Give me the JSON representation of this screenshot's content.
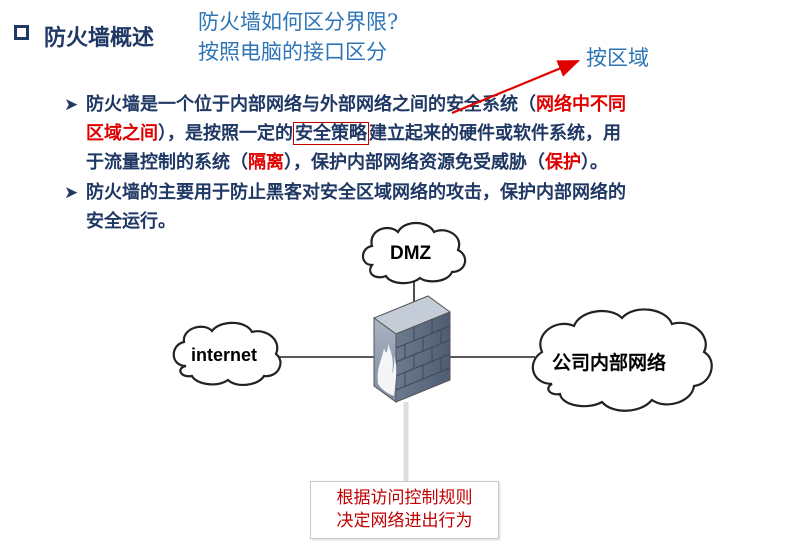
{
  "title": "防火墙概述",
  "annotations": {
    "note_line1": "防火墙如何区分界限?",
    "note_line2": "按照电脑的接口区分",
    "zone_note": "按区域"
  },
  "bullets": {
    "b1": {
      "l1_a": "防火墙是一个位于内部网络与外部网络之间的安全系统（",
      "l1_red": "网络中不同",
      "l2_red": "区域之间",
      "l2_b": "），是按照一定的",
      "l2_boxed": "安全策略",
      "l2_c": "建立起来的硬件或软件系统，用",
      "l3_a": "于流量控制的系统（",
      "l3_red1": "隔离",
      "l3_b": "），保护内部网络资源免受威胁（",
      "l3_red2": "保护",
      "l3_c": "）。"
    },
    "b2": {
      "l1": "防火墙的主要用于防止黑客对安全区域网络的攻击，保护内部网络的",
      "l2": "安全运行。"
    }
  },
  "diagram": {
    "dmz": "DMZ",
    "internet": "internet",
    "lan": "公司内部网络",
    "rule_line1": "根据访问控制规则",
    "rule_line2": "决定网络进出行为"
  },
  "colors": {
    "title": "#1f3864",
    "note": "#2e75b6",
    "highlight": "#e00000",
    "arrow": "#e00000"
  }
}
